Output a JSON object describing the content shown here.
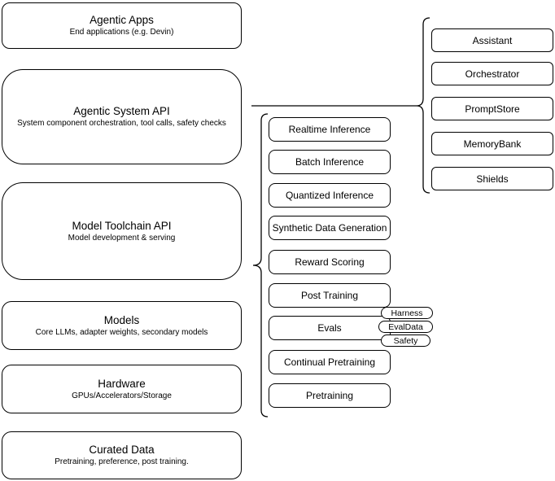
{
  "stack": [
    {
      "title": "Agentic Apps",
      "subtitle": "End applications (e.g. Devin)"
    },
    {
      "title": "Agentic System API",
      "subtitle": "System component orchestration, tool calls, safety checks"
    },
    {
      "title": "Model Toolchain API",
      "subtitle": "Model development & serving"
    },
    {
      "title": "Models",
      "subtitle": "Core LLMs, adapter weights, secondary models"
    },
    {
      "title": "Hardware",
      "subtitle": "GPUs/Accelerators/Storage"
    },
    {
      "title": "Curated Data",
      "subtitle": "Pretraining, preference, post training."
    }
  ],
  "toolchain_components": [
    "Realtime Inference",
    "Batch Inference",
    "Quantized Inference",
    "Synthetic Data Generation",
    "Reward Scoring",
    "Post Training",
    "Evals",
    "Continual Pretraining",
    "Pretraining"
  ],
  "eval_pills": [
    "Harness",
    "EvalData",
    "Safety"
  ],
  "system_components": [
    "Assistant",
    "Orchestrator",
    "PromptStore",
    "MemoryBank",
    "Shields"
  ],
  "colors": {
    "stroke": "#000000",
    "background": "#ffffff",
    "text": "#000000"
  }
}
